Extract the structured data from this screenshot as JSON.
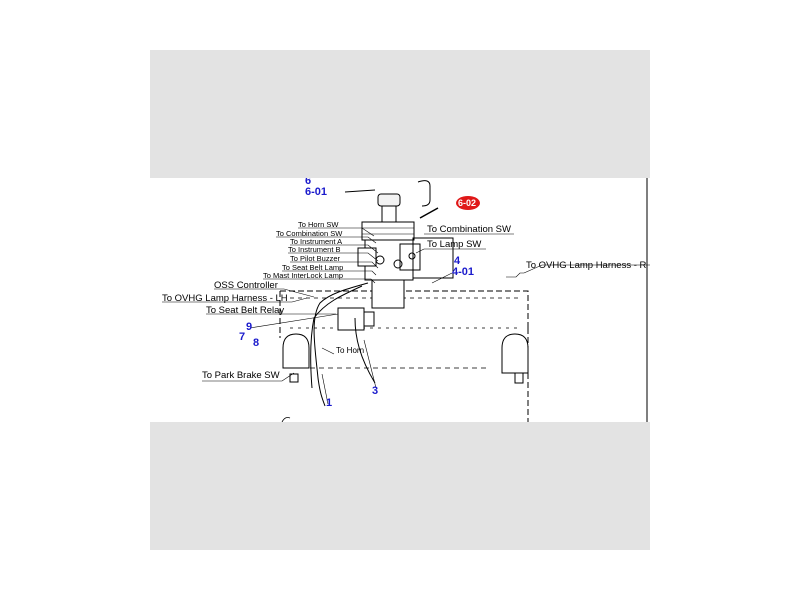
{
  "labels": {
    "to_horn_sw": "To Horn SW",
    "to_combination_sw_left": "To Combination SW",
    "to_instrument_a": "To Instrument A",
    "to_instrument_b": "To Instrument B",
    "to_pilot_buzzer": "To Pilot Buzzer",
    "to_seat_belt_lamp": "To Seat Belt Lamp",
    "to_mast_interlock_lamp": "To Mast InterLock Lamp",
    "oss_controller": "OSS Controller",
    "to_ovhg_lamp_harness_left": "To OVHG Lamp Harness - LH",
    "to_seat_belt_relay": "To Seat Belt Relay",
    "to_horn": "To Horn",
    "to_park_brake_sw": "To Park Brake SW",
    "to_combination_sw_right": "To Combination SW",
    "to_lamp_sw": "To Lamp SW",
    "to_ovhg_lamp_harness_right": "To OVHG Lamp Harness - R"
  },
  "part_numbers": {
    "n6": "6",
    "n6_01": "6-01",
    "n4": "4",
    "n4_01": "4-01",
    "n9": "9",
    "n7": "7",
    "n8": "8",
    "n1": "1",
    "n3": "3"
  },
  "callout": "6-02",
  "colors": {
    "number_blue": "#1a1acc",
    "callout_red": "#e01818",
    "band_gray": "#e3e3e3"
  }
}
